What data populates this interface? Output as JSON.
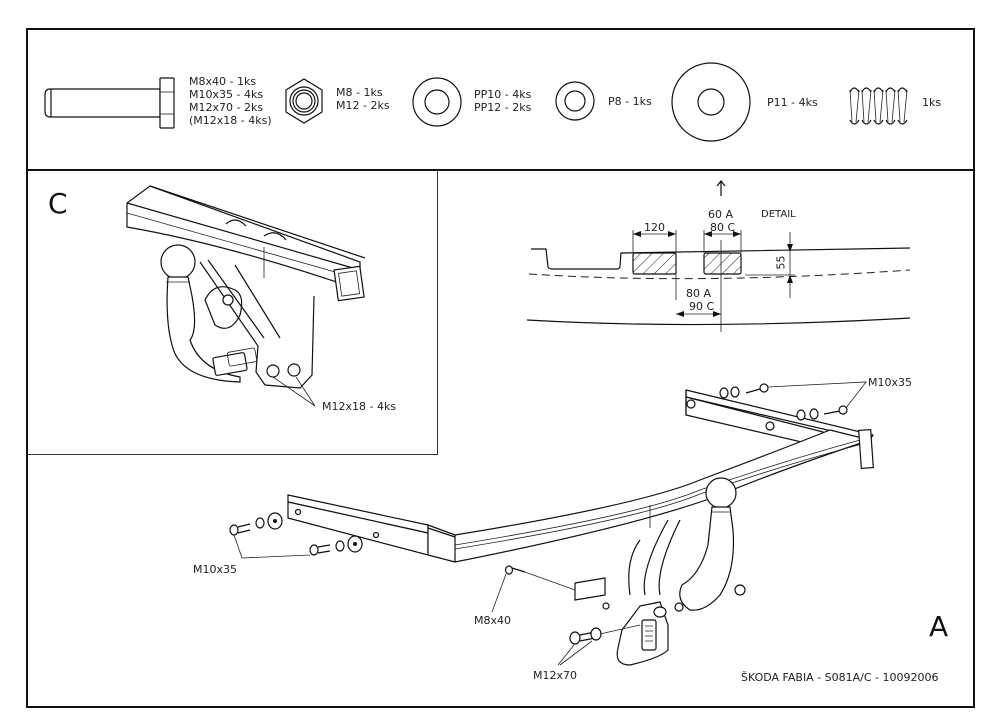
{
  "document": {
    "footer_title": "ŠKODA FABIA  - S081A/C - 10092006"
  },
  "parts": [
    {
      "icon": "bolt-icon",
      "lines": [
        "M8x40 - 1ks",
        "M10x35 - 4ks",
        "M12x70 - 2ks",
        "(M12x18 - 4ks)"
      ]
    },
    {
      "icon": "hex-nut-icon",
      "lines": [
        "M8 - 1ks",
        "M12 - 2ks"
      ]
    },
    {
      "icon": "washer-pp-icon",
      "lines": [
        "PP10 - 4ks",
        "PP12 - 2ks"
      ]
    },
    {
      "icon": "washer-p8-icon",
      "lines": [
        "P8 - 1ks"
      ]
    },
    {
      "icon": "washer-p11-icon",
      "lines": [
        "P11 - 4ks"
      ]
    },
    {
      "icon": "spring-icon",
      "lines": [
        "1ks"
      ]
    }
  ],
  "views": {
    "c": {
      "label": "C",
      "callout": "M12x18 - 4ks"
    },
    "a": {
      "label": "A",
      "callouts": {
        "rear_bolts": "M10x35",
        "left_bolts": "M10x35",
        "m8": "M8x40",
        "m12": "M12x70"
      }
    }
  },
  "detail": {
    "title": "DETAIL",
    "dims": {
      "width_left": "120",
      "width_right_a": "60 A",
      "width_right_c": "80 C",
      "gap_a": "80 A",
      "gap_c": "90 C",
      "height": "55"
    }
  }
}
